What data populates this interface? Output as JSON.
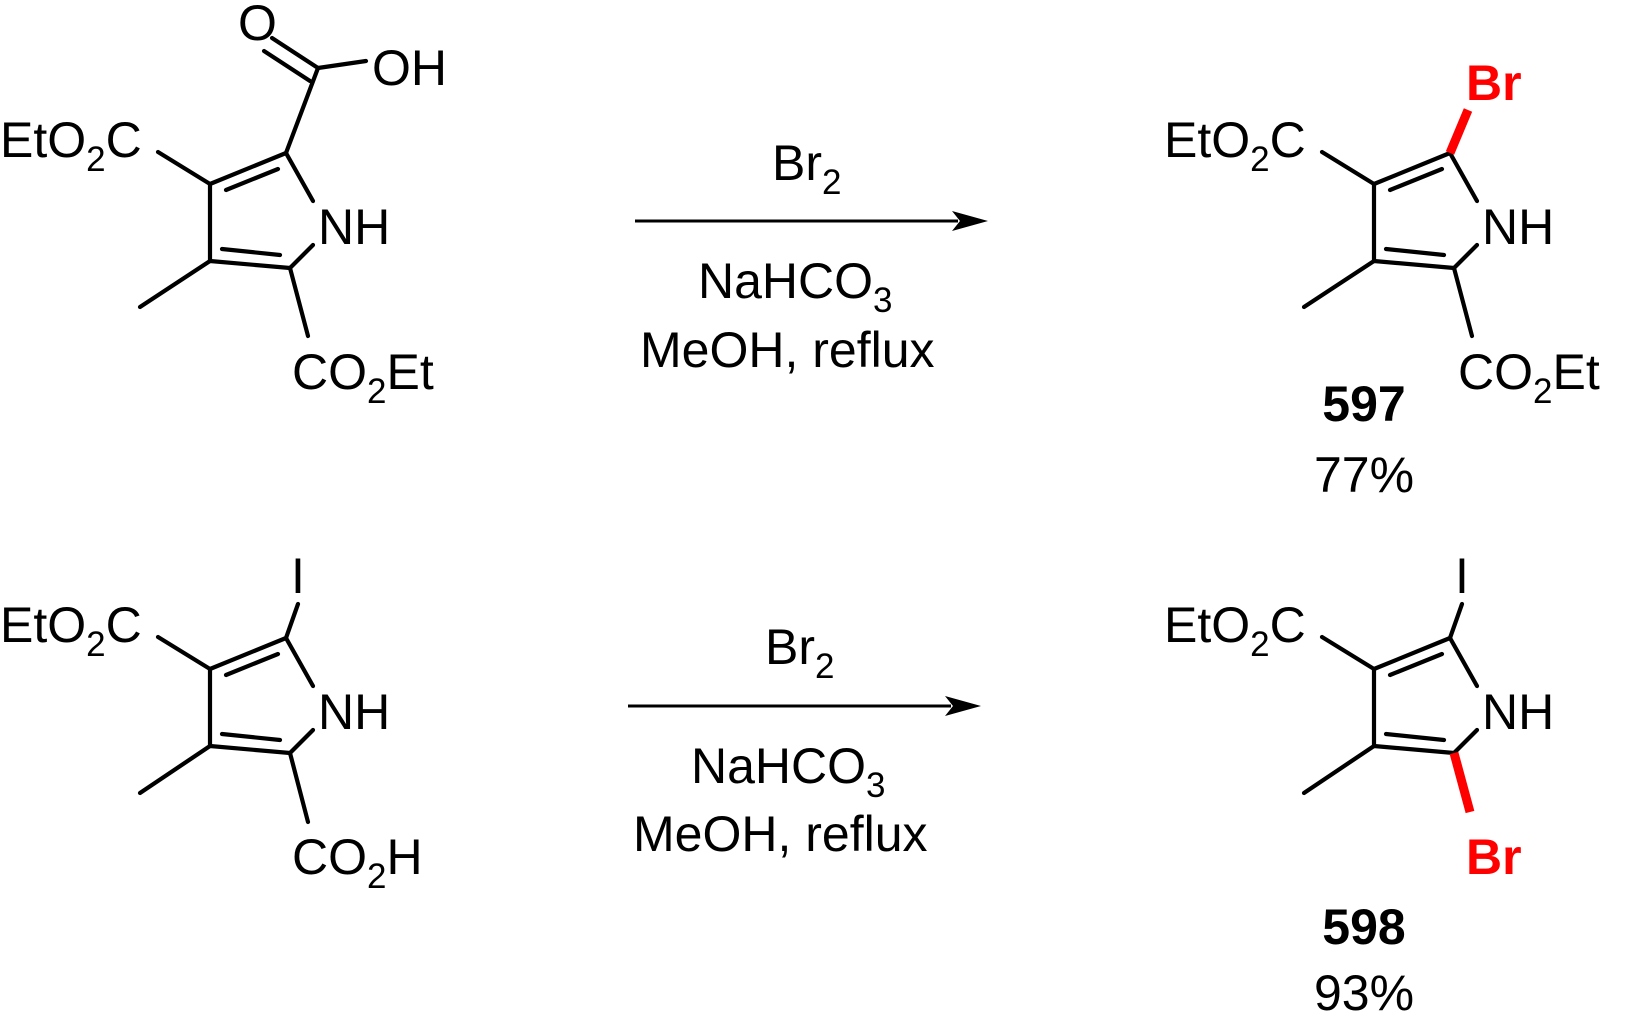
{
  "colors": {
    "bond": "#000000",
    "highlight": "#ff0000",
    "background": "#ffffff"
  },
  "reactions": [
    {
      "reactant": {
        "left_substituent": "EtO2C",
        "ring_nh": "NH",
        "carbonyl_o": "O",
        "acid_oh": "OH",
        "bottom_substituent": "CO2Et"
      },
      "reagent_top": "Br2",
      "reagent_bottom_1": "NaHCO3",
      "reagent_bottom_2": "MeOH, reflux",
      "product": {
        "left_substituent": "EtO2C",
        "ring_nh": "NH",
        "new_atom": "Br",
        "bottom_substituent": "CO2Et",
        "compound_number": "597",
        "yield": "77%"
      }
    },
    {
      "reactant": {
        "left_substituent": "EtO2C",
        "ring_nh": "NH",
        "top_atom": "I",
        "bottom_substituent": "CO2H"
      },
      "reagent_top": "Br2",
      "reagent_bottom_1": "NaHCO3",
      "reagent_bottom_2": "MeOH, reflux",
      "product": {
        "left_substituent": "EtO2C",
        "ring_nh": "NH",
        "top_atom": "I",
        "new_atom": "Br",
        "compound_number": "598",
        "yield": "93%"
      }
    }
  ]
}
